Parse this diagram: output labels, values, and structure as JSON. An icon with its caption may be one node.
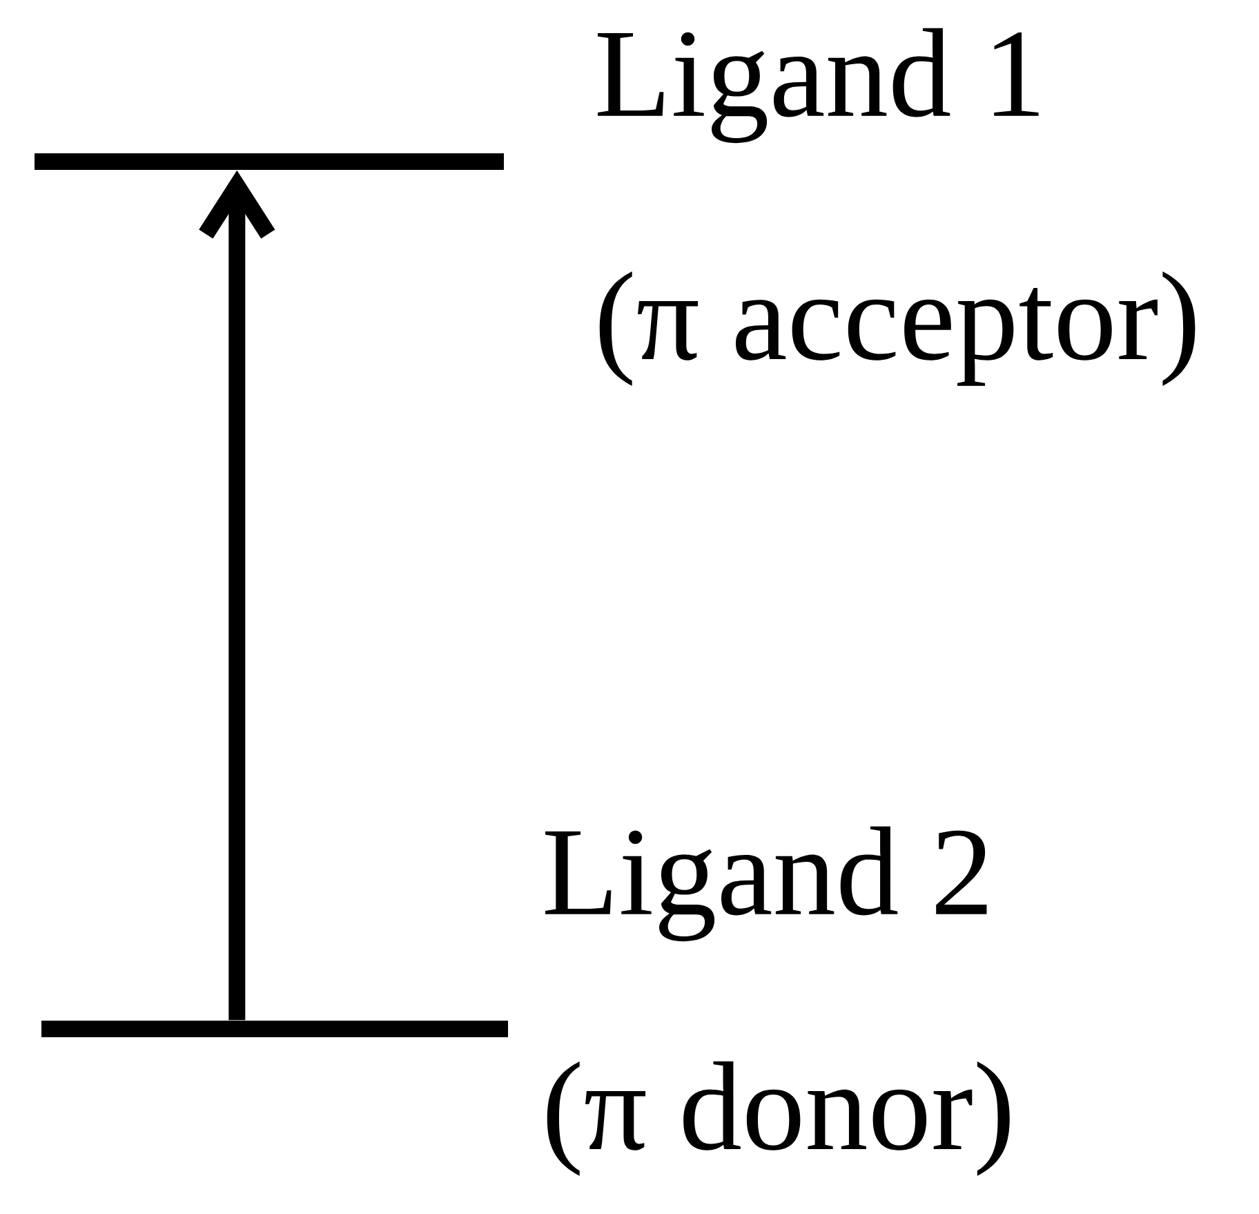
{
  "diagram": {
    "nodes": [
      {
        "text": [],
        "shape": "bar",
        "beside": [
          "Ligand 1",
          "(π acceptor)"
        ]
      },
      {
        "text": [],
        "shape": "bar",
        "beside": [
          "Ligand 2",
          "(π donor)"
        ]
      }
    ],
    "edges": [
      {
        "from": 1,
        "to": 0,
        "arrow": "to"
      }
    ]
  }
}
